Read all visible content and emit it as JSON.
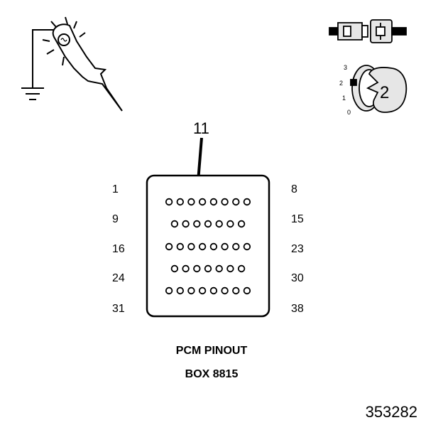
{
  "colors": {
    "ink": "#000000",
    "paper": "#ffffff",
    "light_fill": "#e6e6e6"
  },
  "icons": {
    "test_light": "test-light-probe-icon",
    "ground": "ground-symbol-icon",
    "connector": "connector-disconnected-icon",
    "ignition": "ignition-switch-key-icon"
  },
  "ignition": {
    "positions": [
      "3",
      "2",
      "1",
      "0"
    ],
    "key_position": "2"
  },
  "callout": {
    "pin": "11"
  },
  "pinout": {
    "row_labels_left": [
      "1",
      "9",
      "16",
      "24",
      "31"
    ],
    "row_labels_right": [
      "8",
      "15",
      "23",
      "30",
      "38"
    ],
    "pins_per_row": [
      8,
      7,
      8,
      7,
      8
    ],
    "highlighted_pin": 11
  },
  "caption": {
    "line1": "PCM PINOUT",
    "line2": "BOX 8815"
  },
  "figure_number": "353282"
}
